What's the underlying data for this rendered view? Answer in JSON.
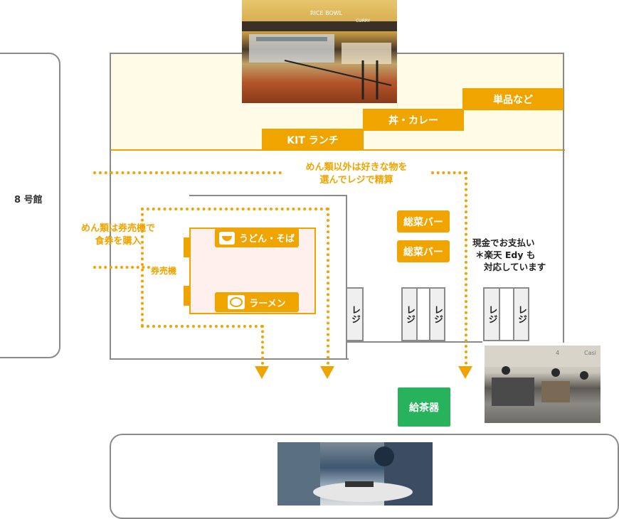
{
  "building8": {
    "label": "8 号館"
  },
  "photo_top": {
    "sign_rice_bowl": "RICE BOWL",
    "sign_curry": "CURRY"
  },
  "photo_right": {
    "sign_number": "4",
    "sign_casi": "Casi"
  },
  "menu_steps": {
    "kit_lunch": "KIT ランチ",
    "don_curry": "丼・カレー",
    "single_items": "単品など"
  },
  "notes": {
    "non_noodle_line1": "めん類以外は好きな物を",
    "non_noodle_line2": "選んでレジで精算",
    "noodle_line1": "めん類は券売機で",
    "noodle_line2": "食券を購入"
  },
  "noodle_area": {
    "udon_soba": "うどん・そば",
    "ramen": "ラーメン",
    "ticket_machine": "券売機"
  },
  "salad_bars": [
    "総菜バー",
    "総菜バー"
  ],
  "register_label": "レジ",
  "payment": {
    "line1": "現金でお支払い",
    "line2": "＊楽天 Edy も",
    "line3": "対応しています"
  },
  "tea_dispenser": "給茶器",
  "colors": {
    "accent": "#f0a400",
    "green": "#26b35c",
    "wall": "#8a8a8a",
    "cream": "#fffbe6"
  }
}
